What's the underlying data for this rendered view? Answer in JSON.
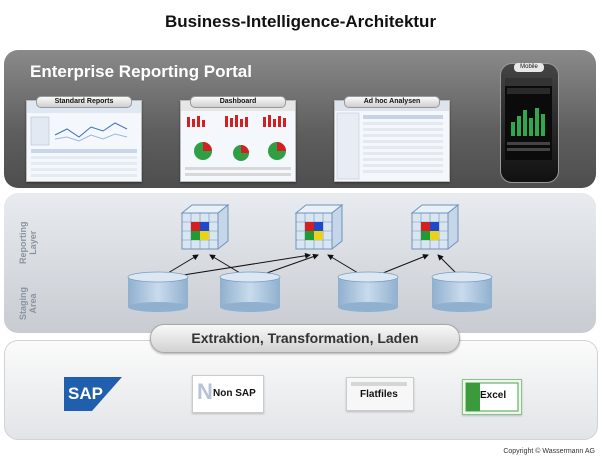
{
  "title": "Business-Intelligence-Architektur",
  "portal": {
    "title": "Enterprise Reporting Portal",
    "items": [
      "Standard Reports",
      "Dashboard",
      "Ad hoc Analysen"
    ],
    "mobile_label": "Mobile"
  },
  "layers": {
    "reporting": "Reporting\nLayer",
    "staging": "Staging\nArea"
  },
  "etl_label": "Extraktion, Transformation, Laden",
  "sources": {
    "sap": "SAP",
    "non_sap": "Non SAP",
    "flatfiles": "Flatfiles",
    "excel": "Excel"
  },
  "copyright": "Copyright © Wassermann AG",
  "colors": {
    "portal_bg": "#5e5e5e",
    "cube_red": "#d42020",
    "cube_blue": "#1f49c9",
    "cube_green": "#1f9a35",
    "cube_yellow": "#e8d21a",
    "cylinder": "#b9cde0",
    "sap_blue": "#1f5fae"
  }
}
